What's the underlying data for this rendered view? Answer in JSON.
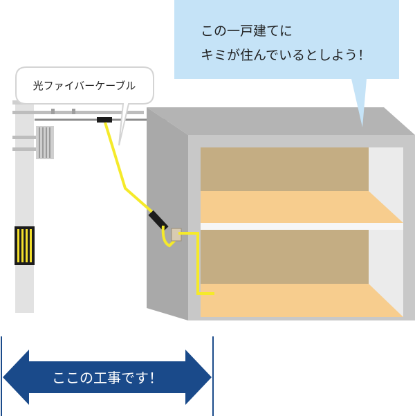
{
  "speech_bubble": {
    "line1": "この一戸建てに",
    "line2": "キミが住んでいるとしよう！"
  },
  "cable_label": "光ファイバーケーブル",
  "construction_arrow": {
    "label": "ここの工事です！"
  },
  "colors": {
    "bubble_fill": "#c5e3f7",
    "arrow_fill": "#1a4a8a",
    "house_gray": "#c8c8c8",
    "house_gray_dark": "#a9a9a9",
    "wall_brown": "#c4ad83",
    "floor_orange": "#f7cd8e",
    "cable_yellow": "#f5ea2a",
    "pole_gray": "#e2e2e2"
  }
}
